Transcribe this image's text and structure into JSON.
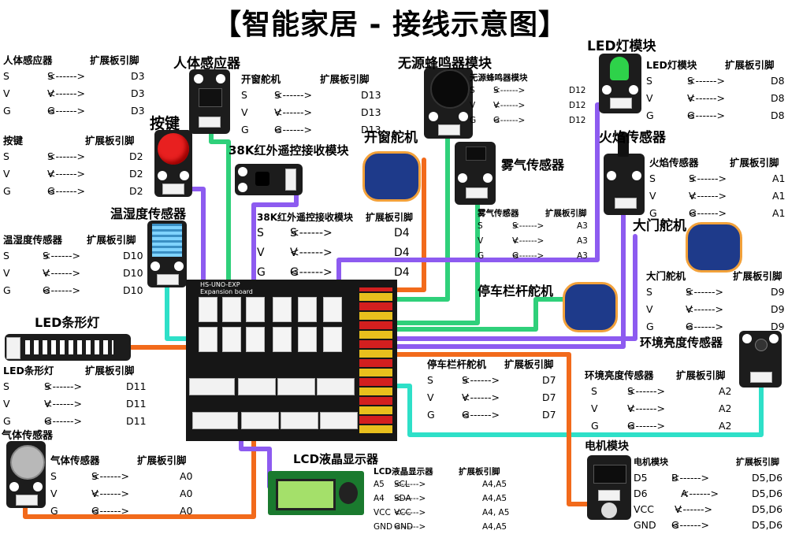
{
  "title": "【智能家居 - 接线示意图】",
  "board_label": "HS-UNO-EXP Expansion board",
  "arrow": "<------>",
  "colors": {
    "purple": "#8d5bf0",
    "cyan": "#2ee0c8",
    "orange": "#f26a1b",
    "green": "#2fd07a",
    "red": "#e82020"
  },
  "modules": [
    {
      "key": "human",
      "label": "人体感应器"
    },
    {
      "key": "buzzer",
      "label": "无源蜂鸣器模块"
    },
    {
      "key": "led",
      "label": "LED灯模块"
    },
    {
      "key": "button",
      "label": "按键"
    },
    {
      "key": "ir",
      "label": "38K红外遥控接收模块"
    },
    {
      "key": "window",
      "label": "开窗舵机"
    },
    {
      "key": "fog",
      "label": "雾气传感器"
    },
    {
      "key": "flame",
      "label": "火焰传感器"
    },
    {
      "key": "dht",
      "label": "温湿度传感器"
    },
    {
      "key": "gate",
      "label": "大门舵机"
    },
    {
      "key": "parking",
      "label": "停车栏杆舵机"
    },
    {
      "key": "ledbar",
      "label": "LED条形灯"
    },
    {
      "key": "ambient",
      "label": "环境亮度传感器"
    },
    {
      "key": "lcd",
      "label": "LCD液晶显示器"
    },
    {
      "key": "gas",
      "label": "气体传感器"
    },
    {
      "key": "motor",
      "label": "电机模块"
    }
  ],
  "tables": {
    "human": {
      "name": "人体感应器",
      "pin": "扩展板引脚",
      "rows": [
        {
          "a": "S",
          "b": "S",
          "c": "D3"
        },
        {
          "a": "V",
          "b": "V",
          "c": "D3"
        },
        {
          "a": "G",
          "b": "G",
          "c": "D3"
        }
      ]
    },
    "window": {
      "name": "开窗舵机",
      "pin": "扩展板引脚",
      "rows": [
        {
          "a": "S",
          "b": "S",
          "c": "D13"
        },
        {
          "a": "V",
          "b": "V",
          "c": "D13"
        },
        {
          "a": "G",
          "b": "G",
          "c": "D13"
        }
      ]
    },
    "buzzer": {
      "name": "无源蜂鸣器模块",
      "rows": [
        {
          "a": "S",
          "b": "S",
          "c": "D12"
        },
        {
          "a": "V",
          "b": "V",
          "c": "D12"
        },
        {
          "a": "G",
          "b": "G",
          "c": "D12"
        }
      ]
    },
    "led": {
      "name": "LED灯模块",
      "pin": "扩展板引脚",
      "rows": [
        {
          "a": "S",
          "b": "S",
          "c": "D8"
        },
        {
          "a": "V",
          "b": "V",
          "c": "D8"
        },
        {
          "a": "G",
          "b": "G",
          "c": "D8"
        }
      ]
    },
    "button": {
      "name": "按键",
      "pin": "扩展板引脚",
      "rows": [
        {
          "a": "S",
          "b": "S",
          "c": "D2"
        },
        {
          "a": "V",
          "b": "V",
          "c": "D2"
        },
        {
          "a": "G",
          "b": "G",
          "c": "D2"
        }
      ]
    },
    "ir": {
      "name": "38K红外遥控接收模块",
      "pin": "扩展板引脚",
      "rows": [
        {
          "a": "S",
          "b": "S",
          "c": "D4"
        },
        {
          "a": "V",
          "b": "V",
          "c": "D4"
        },
        {
          "a": "G",
          "b": "G",
          "c": "D4"
        }
      ]
    },
    "fog": {
      "name": "雾气传感器",
      "pin": "扩展板引脚",
      "rows": [
        {
          "a": "S",
          "b": "S",
          "c": "A3"
        },
        {
          "a": "V",
          "b": "V",
          "c": "A3"
        },
        {
          "a": "G",
          "b": "G",
          "c": "A3"
        }
      ]
    },
    "flame": {
      "name": "火焰传感器",
      "pin": "扩展板引脚",
      "rows": [
        {
          "a": "S",
          "b": "S",
          "c": "A1"
        },
        {
          "a": "V",
          "b": "V",
          "c": "A1"
        },
        {
          "a": "G",
          "b": "G",
          "c": "A1"
        }
      ]
    },
    "dht": {
      "name": "温湿度传感器",
      "pin": "扩展板引脚",
      "rows": [
        {
          "a": "S",
          "b": "S",
          "c": "D10"
        },
        {
          "a": "V",
          "b": "V",
          "c": "D10"
        },
        {
          "a": "G",
          "b": "G",
          "c": "D10"
        }
      ]
    },
    "gate": {
      "name": "大门舵机",
      "pin": "扩展板引脚",
      "rows": [
        {
          "a": "S",
          "b": "S",
          "c": "D9"
        },
        {
          "a": "V",
          "b": "V",
          "c": "D9"
        },
        {
          "a": "G",
          "b": "G",
          "c": "D9"
        }
      ]
    },
    "ledbar": {
      "name": "LED条形灯",
      "pin": "扩展板引脚",
      "rows": [
        {
          "a": "S",
          "b": "S",
          "c": "D11"
        },
        {
          "a": "V",
          "b": "V",
          "c": "D11"
        },
        {
          "a": "G",
          "b": "G",
          "c": "D11"
        }
      ]
    },
    "parking": {
      "name": "停车栏杆舵机",
      "pin": "扩展板引脚",
      "rows": [
        {
          "a": "S",
          "b": "S",
          "c": "D7"
        },
        {
          "a": "V",
          "b": "V",
          "c": "D7"
        },
        {
          "a": "G",
          "b": "G",
          "c": "D7"
        }
      ]
    },
    "ambient": {
      "name": "环境亮度传感器",
      "pin": "扩展板引脚",
      "rows": [
        {
          "a": "S",
          "b": "S",
          "c": "A2"
        },
        {
          "a": "V",
          "b": "V",
          "c": "A2"
        },
        {
          "a": "G",
          "b": "G",
          "c": "A2"
        }
      ]
    },
    "gas": {
      "name": "气体传感器",
      "pin": "扩展板引脚",
      "rows": [
        {
          "a": "S",
          "b": "S",
          "c": "A0"
        },
        {
          "a": "V",
          "b": "V",
          "c": "A0"
        },
        {
          "a": "G",
          "b": "G",
          "c": "A0"
        }
      ]
    },
    "lcd": {
      "name": "LCD液晶显示器",
      "pin": "扩展板引脚",
      "rows": [
        {
          "a": "A5",
          "b": "SCL",
          "c": "A4,A5"
        },
        {
          "a": "A4",
          "b": "SDA",
          "c": "A4,A5"
        },
        {
          "a": "VCC",
          "b": "VCC",
          "c": "A4, A5"
        },
        {
          "a": "GND",
          "b": "GND",
          "c": "A4,A5"
        }
      ]
    },
    "motor": {
      "name": "电机模块",
      "pin": "扩展板引脚",
      "rows": [
        {
          "a": "D5",
          "b": "B",
          "c": "D5,D6"
        },
        {
          "a": "D6",
          "b": "A",
          "c": "D5,D6"
        },
        {
          "a": "VCC",
          "b": "V",
          "c": "D5,D6"
        },
        {
          "a": "GND",
          "b": "G",
          "c": "D5,D6"
        }
      ]
    }
  }
}
